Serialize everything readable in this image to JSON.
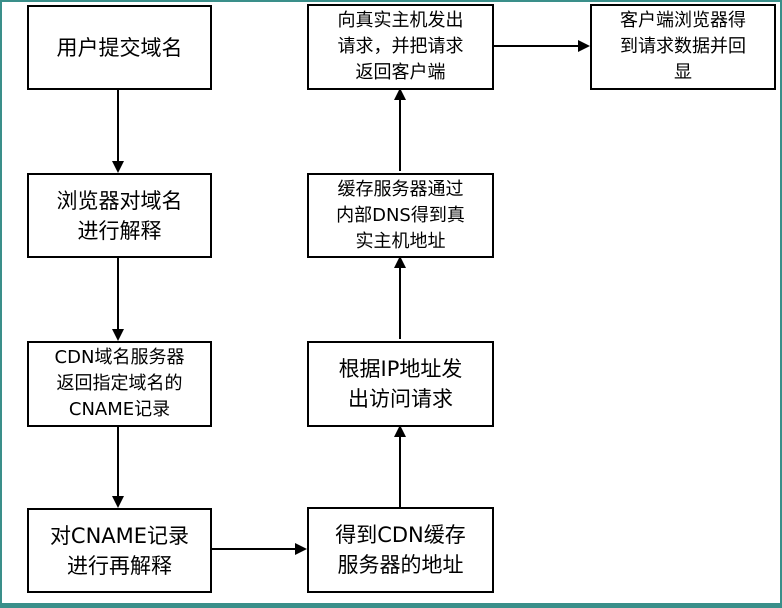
{
  "diagram": {
    "nodes": {
      "n1": "用户提交域名",
      "n2": "浏览器对域名\n进行解释",
      "n3": "CDN域名服务器\n返回指定域名的\nCNAME记录",
      "n4": "对CNAME记录\n进行再解释",
      "n5": "得到CDN缓存\n服务器的地址",
      "n6": "根据IP地址发\n出访问请求",
      "n7": "缓存服务器通过\n内部DNS得到真\n实主机地址",
      "n8": "向真实主机发出\n请求，并把请求\n返回客户端",
      "n9": "客户端浏览器得\n到请求数据并回\n显"
    },
    "edges": [
      [
        "n1",
        "n2"
      ],
      [
        "n2",
        "n3"
      ],
      [
        "n3",
        "n4"
      ],
      [
        "n4",
        "n5"
      ],
      [
        "n5",
        "n6"
      ],
      [
        "n6",
        "n7"
      ],
      [
        "n7",
        "n8"
      ],
      [
        "n8",
        "n9"
      ]
    ],
    "colors": {
      "frame": "#3a8f8a",
      "stroke": "#000000",
      "fill": "#ffffff"
    }
  }
}
